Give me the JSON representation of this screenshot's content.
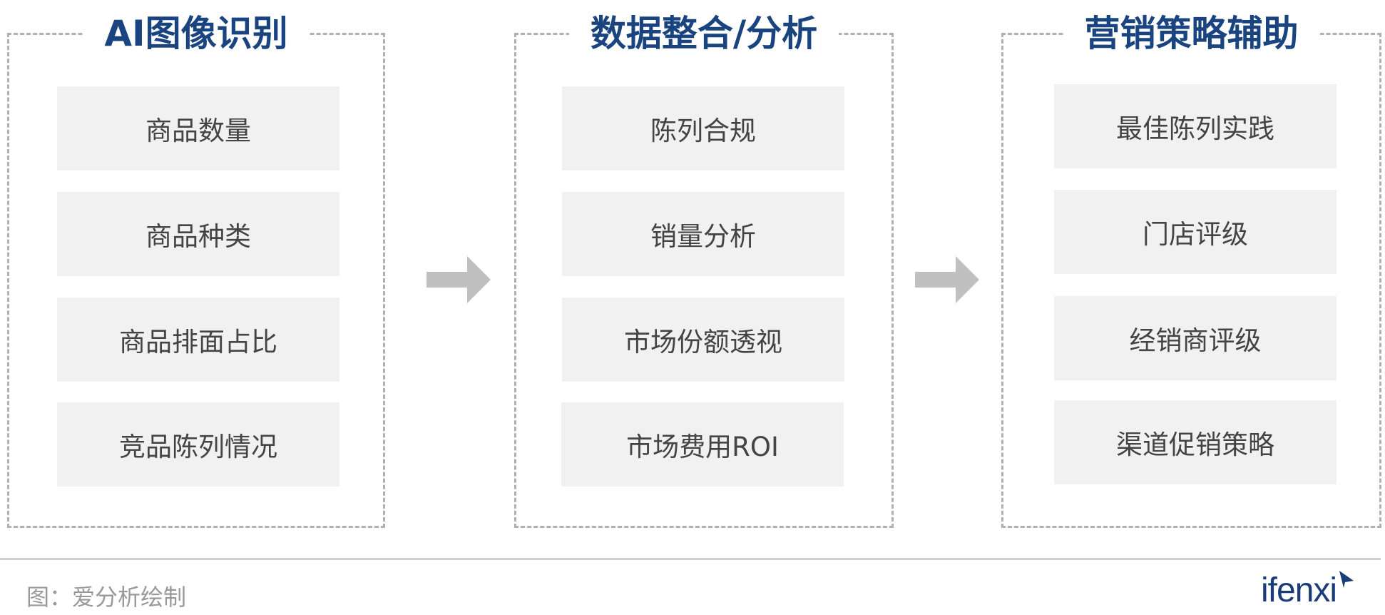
{
  "panels": [
    {
      "title": "AI图像识别",
      "items": [
        "商品数量",
        "商品种类",
        "商品排面占比",
        "竞品陈列情况"
      ]
    },
    {
      "title": "数据整合/分析",
      "items": [
        "陈列合规",
        "销量分析",
        "市场份额透视",
        "市场费用ROI"
      ]
    },
    {
      "title": "营销策略辅助",
      "items": [
        "最佳陈列实践",
        "门店评级",
        "经销商评级",
        "渠道促销策略"
      ]
    }
  ],
  "caption": "图：爱分析绘制",
  "logo": "ifenxi",
  "colors": {
    "title": "#1a4480",
    "item_bg": "#f1f1f1",
    "arrow": "#c0c0c0",
    "border": "#b0b0b0"
  }
}
